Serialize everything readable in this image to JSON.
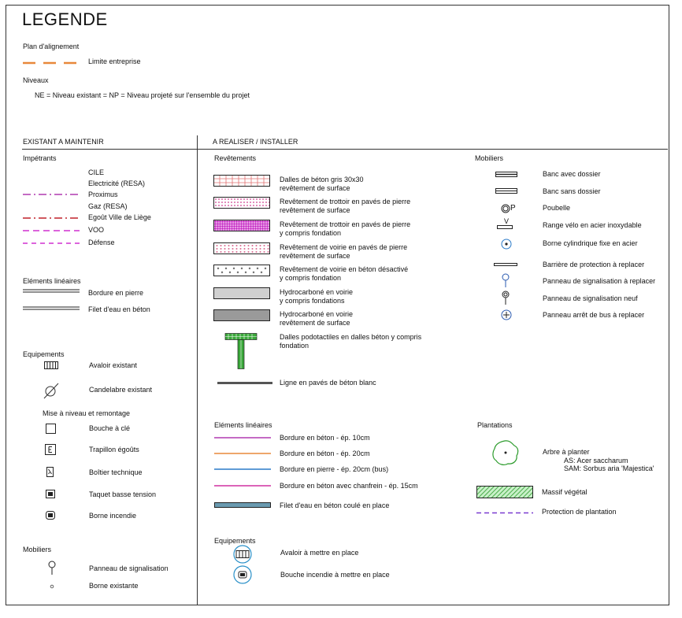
{
  "title": "LEGENDE",
  "plan_alignement": {
    "heading": "Plan d'alignement",
    "limit_label": "Limite entreprise"
  },
  "niveaux": {
    "heading": "Niveaux",
    "text": "NE = Niveau existant = NP = Niveau projeté sur l'ensemble du projet"
  },
  "left": {
    "header": "EXISTANT A MAINTENIR",
    "impetrants": {
      "heading": "Impétrants",
      "items": [
        "CILE",
        "Electricité (RESA)",
        "Proximus",
        "Gaz (RESA)",
        "Egoût Ville de Liège",
        "VOO",
        "Défense"
      ]
    },
    "elements_lineaires": {
      "heading": "Eléments linéaires",
      "items": [
        "Bordure en pierre",
        "Filet d'eau en béton"
      ]
    },
    "equipements": {
      "heading": "Equipements",
      "items": [
        "Avaloir existant",
        "Candelabre existant"
      ],
      "sub_heading": "Mise à niveau et remontage",
      "sub_items": [
        "Bouche à clé",
        "Trapillon égoûts",
        "Boîtier technique",
        "Taquet basse tension",
        "Borne incendie"
      ]
    },
    "mobiliers": {
      "heading": "Mobiliers",
      "items": [
        "Panneau de signalisation",
        "Borne existante"
      ]
    }
  },
  "right": {
    "header": "A REALISER / INSTALLER",
    "revetements": {
      "heading": "Revêtements",
      "items": [
        {
          "l1": "Dalles de béton gris 30x30",
          "l2": "revêtement de surface"
        },
        {
          "l1": "Revêtement de trottoir en pavés de pierre",
          "l2": "revêtement de surface"
        },
        {
          "l1": "Revêtement de trottoir en pavés de pierre",
          "l2": "y compris fondation"
        },
        {
          "l1": "Revêtement  de voirie en pavés de pierre",
          "l2": "revêtement de surface"
        },
        {
          "l1": "Revêtement de voirie en béton désactivé",
          "l2": "y compris fondation"
        },
        {
          "l1": "Hydrocarboné en voirie",
          "l2": "y compris fondations"
        },
        {
          "l1": "Hydrocarboné en voirie",
          "l2": "revêtement de surface"
        },
        {
          "l1": "Dalles podotactiles en dalles béton y compris",
          "l2": "fondation"
        }
      ],
      "ligne": "Ligne en pavés de béton blanc"
    },
    "mobiliers": {
      "heading": "Mobiliers",
      "items": [
        "Banc avec dossier",
        "Banc sans dossier",
        "Poubelle",
        "Range vélo en acier inoxydable",
        "Borne cylindrique fixe en acier",
        "Barrière de protection à replacer",
        "Panneau de signalisation à replacer",
        "Panneau de signalisation neuf",
        "Panneau arrêt de bus à replacer"
      ],
      "poubelle_letter": "P",
      "range_letter": "V"
    },
    "elements_lineaires": {
      "heading": "Eléments linéaires",
      "items": [
        "Bordure en béton - ép. 10cm",
        "Bordure en béton - ép. 20cm",
        "Bordure en pierre - ép. 20cm (bus)",
        "Bordure en béton avec chanfrein - ép. 15cm",
        "Filet d'eau en béton coulé en place"
      ]
    },
    "plantations": {
      "heading": "Plantations",
      "arbre": "Arbre à planter",
      "arbre_as": "AS: Acer saccharum",
      "arbre_sam": "SAM: Sorbus aria 'Majestica'",
      "massif": "Massif végétal",
      "protection": "Protection de plantation"
    },
    "equipements": {
      "heading": "Equipements",
      "items": [
        "Avaloir à mettre en place",
        "Bouche incendie à mettre en place"
      ]
    }
  },
  "colors": {
    "orange": "#e8883a",
    "purple": "#b03ab0",
    "red": "#c0202a",
    "magenta": "#d030d0",
    "green": "#2a9a2a",
    "blue": "#2a7ac8",
    "teal": "#6a9ab0"
  }
}
